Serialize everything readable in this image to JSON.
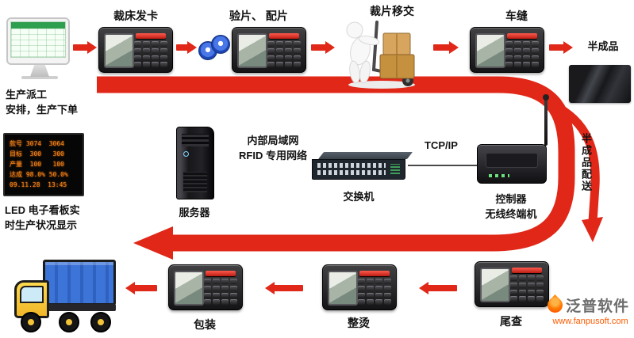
{
  "colors": {
    "flow_red": "#e02718",
    "brand_orange": "#ff5a00"
  },
  "top_row": {
    "computer_caption": [
      "生产派工",
      "安排，生产下单"
    ],
    "steps": [
      {
        "id": "cut-card",
        "label": "裁床发卡"
      },
      {
        "id": "inspect-match",
        "label": "验片、 配片"
      },
      {
        "id": "piece-transfer",
        "label": "裁片移交"
      },
      {
        "id": "sewing",
        "label": "车缝"
      }
    ],
    "semi_finished_label": "半成品"
  },
  "middle_row": {
    "led_caption": [
      "LED 电子看板实",
      "时生产状况显示"
    ],
    "led_lines": [
      "款号 3074  3064",
      "目标  300   300",
      "产量  100   100",
      "达成 98.0% 50.0%",
      "09.11.28  13:45"
    ],
    "server_label": "服务器",
    "network_lines": [
      "内部局域网",
      "RFID 专用网络"
    ],
    "switch_label": "交换机",
    "tcpip_label": "TCP/IP",
    "controller_caption": [
      "控制器",
      "无线终端机"
    ],
    "delivery_label": "半成品配送"
  },
  "bottom_row": {
    "steps": [
      {
        "id": "final-check",
        "label": "尾查"
      },
      {
        "id": "ironing",
        "label": "整烫"
      },
      {
        "id": "packing",
        "label": "包装"
      }
    ]
  },
  "brand": {
    "name": "泛普软件",
    "url": "www.fanpusoft.com"
  }
}
